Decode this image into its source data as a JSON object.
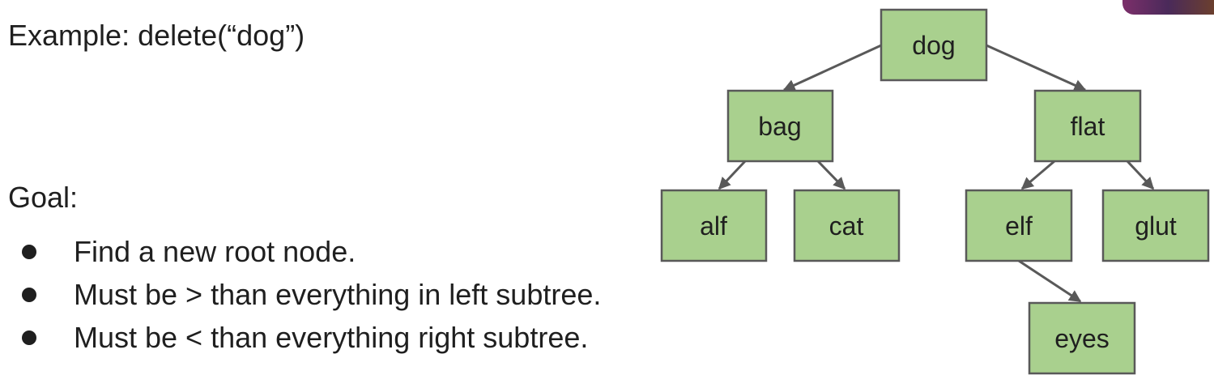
{
  "slide": {
    "title": "Example: delete(“dog”)",
    "goal_label": "Goal:",
    "bullets": [
      {
        "text": "Find a new root node."
      },
      {
        "text": "Must be > than everything in left subtree."
      },
      {
        "text": "Must be < than everything right subtree."
      }
    ]
  },
  "tree": {
    "node_fill": "#a9d08e",
    "node_stroke": "#595959",
    "edge_color": "#595959",
    "nodes": {
      "dog": "dog",
      "bag": "bag",
      "flat": "flat",
      "alf": "alf",
      "cat": "cat",
      "elf": "elf",
      "glut": "glut",
      "eyes": "eyes"
    },
    "edges": [
      {
        "from": "dog",
        "to": "bag"
      },
      {
        "from": "dog",
        "to": "flat"
      },
      {
        "from": "bag",
        "to": "alf"
      },
      {
        "from": "bag",
        "to": "cat"
      },
      {
        "from": "flat",
        "to": "elf"
      },
      {
        "from": "flat",
        "to": "glut"
      },
      {
        "from": "elf",
        "to": "eyes"
      }
    ]
  }
}
